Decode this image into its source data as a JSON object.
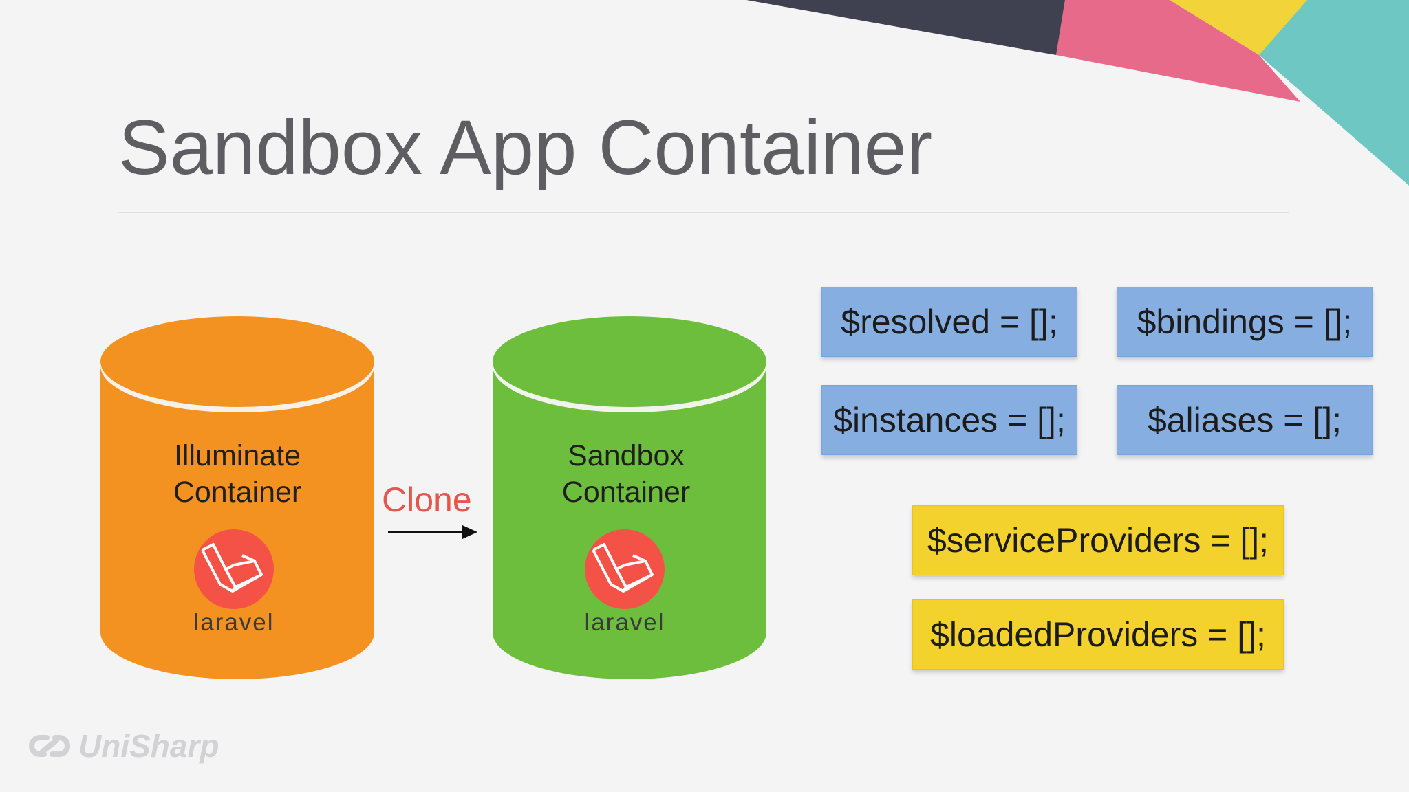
{
  "slide": {
    "title": "Sandbox App Container",
    "watermark": "UniSharp"
  },
  "containers": [
    {
      "label_line1": "Illuminate",
      "label_line2": "Container",
      "logo_text": "laravel",
      "color": "#f39221"
    },
    {
      "label_line1": "Sandbox",
      "label_line2": "Container",
      "logo_text": "laravel",
      "color": "#6ebe3e"
    }
  ],
  "arrow": {
    "label": "Clone",
    "label_color": "#e2574f"
  },
  "properties": {
    "blue": [
      "$resolved = [];",
      "$bindings = [];",
      "$instances = [];",
      "$aliases = [];"
    ],
    "yellow": [
      "$serviceProviders = [];",
      "$loadedProviders = [];"
    ]
  },
  "colors": {
    "background": "#f4f4f5",
    "blue_box": "#87aee0",
    "yellow_box": "#f3d22e",
    "laravel_red": "#f55247",
    "stripe_dark": "#3f4150",
    "stripe_pink": "#e86a8a",
    "stripe_yellow": "#f2d33a",
    "stripe_teal": "#6ec7c2"
  }
}
